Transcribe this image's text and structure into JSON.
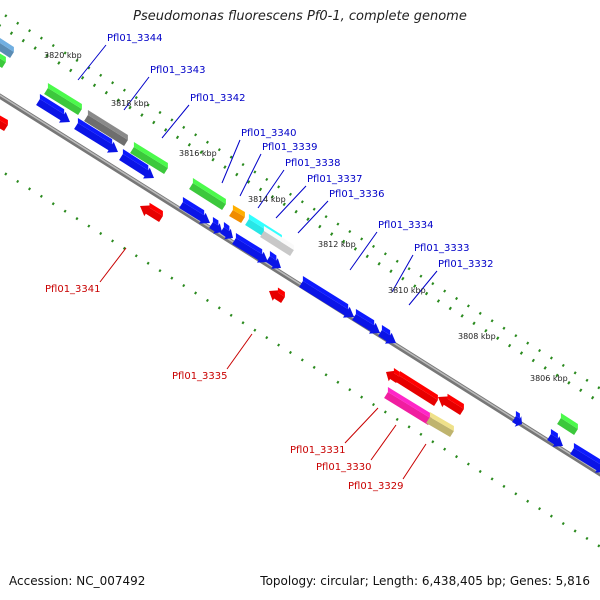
{
  "title": "Pseudomonas fluorescens Pf0-1, complete genome",
  "footer": {
    "accession_label": "Accession:",
    "accession": "NC_007492",
    "topology_label": "Topology:",
    "topology": "circular",
    "length_label": "Length:",
    "length": "6,438,405 bp",
    "genes_label": "Genes:",
    "genes": "5,816"
  },
  "scale_labels": [
    "3820 kbp",
    "3818 kbp",
    "3816 kbp",
    "3814 kbp",
    "3812 kbp",
    "3810 kbp",
    "3808 kbp",
    "3806 kbp"
  ],
  "gene_labels_plus": [
    "Pfl01_3344",
    "Pfl01_3343",
    "Pfl01_3342",
    "Pfl01_3340",
    "Pfl01_3339",
    "Pfl01_3338",
    "Pfl01_3337",
    "Pfl01_3336",
    "Pfl01_3334",
    "Pfl01_3333",
    "Pfl01_3332"
  ],
  "gene_labels_minus": [
    "Pfl01_3341",
    "Pfl01_3335",
    "Pfl01_3331",
    "Pfl01_3330",
    "Pfl01_3329"
  ],
  "colors": {
    "blue": "#0a14e6",
    "green": "#3cc83c",
    "gray": "#6e6e6e",
    "orange": "#f08c00",
    "cyan": "#28e6e6",
    "lightgray": "#c8c8c8",
    "red": "#e60000",
    "magenta": "#f01ea0",
    "khaki": "#bfb46e",
    "steel": "#5a8cb4",
    "label_blue": "#0000c8",
    "label_red": "#c80000",
    "tick_green": "#2a8a1e",
    "backbone": "#888888"
  }
}
